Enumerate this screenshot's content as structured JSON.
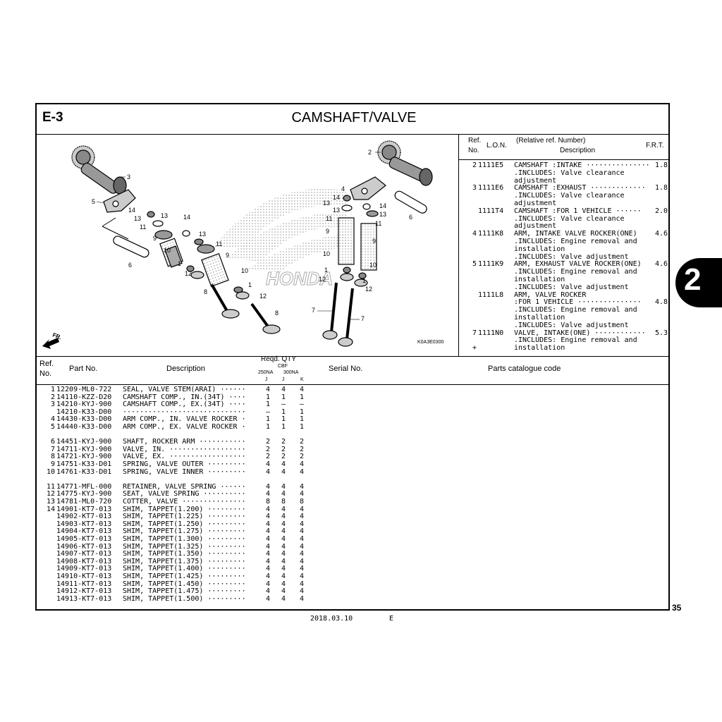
{
  "header": {
    "code": "E-3",
    "title": "CAMSHAFT/VALVE"
  },
  "diagram": {
    "callouts": [
      "1",
      "2",
      "3",
      "4",
      "5",
      "6",
      "7",
      "8",
      "9",
      "10",
      "11",
      "12",
      "13",
      "14"
    ],
    "figure_code": "K0A3E0300",
    "direction_label": "FR.",
    "watermark": "HONDA"
  },
  "lon_table": {
    "headers": {
      "ref": "Ref.",
      "ref_no": "No.",
      "lon": "L.O.N.",
      "rel": "(Relative ref. Number)",
      "desc": "Description",
      "frt": "F.R.T."
    },
    "rows": [
      {
        "ref": "2",
        "lon": "1111E5",
        "desc": "CAMSHAFT :INTAKE ···············",
        "frt": "1.8"
      },
      {
        "ref": "",
        "lon": "",
        "desc": ".INCLUDES: Valve clearance",
        "frt": ""
      },
      {
        "ref": "",
        "lon": "",
        "desc": "adjustment",
        "frt": ""
      },
      {
        "ref": "3",
        "lon": "1111E6",
        "desc": "CAMSHAFT :EXHAUST ·············",
        "frt": "1.8"
      },
      {
        "ref": "",
        "lon": "",
        "desc": ".INCLUDES: Valve clearance",
        "frt": ""
      },
      {
        "ref": "",
        "lon": "",
        "desc": "adjustment",
        "frt": ""
      },
      {
        "ref": "",
        "lon": "1111T4",
        "desc": "CAMSHAFT :FOR 1 VEHICLE ······",
        "frt": "2.0"
      },
      {
        "ref": "",
        "lon": "",
        "desc": ".INCLUDES: Valve clearance",
        "frt": ""
      },
      {
        "ref": "",
        "lon": "",
        "desc": "adjustment",
        "frt": ""
      },
      {
        "ref": "4",
        "lon": "1111K8",
        "desc": "ARM, INTAKE VALVE ROCKER(ONE)",
        "frt": "4.6"
      },
      {
        "ref": "",
        "lon": "",
        "desc": ".INCLUDES: Engine removal and",
        "frt": ""
      },
      {
        "ref": "",
        "lon": "",
        "desc": "installation",
        "frt": ""
      },
      {
        "ref": "",
        "lon": "",
        "desc": ".INCLUDES: Valve adjustment",
        "frt": ""
      },
      {
        "ref": "5",
        "lon": "1111K9",
        "desc": "ARM, EXHAUST VALVE ROCKER(ONE)",
        "frt": "4.6"
      },
      {
        "ref": "",
        "lon": "",
        "desc": ".INCLUDES: Engine removal and",
        "frt": ""
      },
      {
        "ref": "",
        "lon": "",
        "desc": "installation",
        "frt": ""
      },
      {
        "ref": "",
        "lon": "",
        "desc": ".INCLUDES: Valve adjustment",
        "frt": ""
      },
      {
        "ref": "",
        "lon": "1111L8",
        "desc": "ARM, VALVE ROCKER",
        "frt": ""
      },
      {
        "ref": "",
        "lon": "",
        "desc": ":FOR 1 VEHICLE ···············",
        "frt": "4.8"
      },
      {
        "ref": "",
        "lon": "",
        "desc": ".INCLUDES: Engine removal and",
        "frt": ""
      },
      {
        "ref": "",
        "lon": "",
        "desc": "installation",
        "frt": ""
      },
      {
        "ref": "",
        "lon": "",
        "desc": ".INCLUDES: Valve adjustment",
        "frt": ""
      },
      {
        "ref": "7",
        "lon": "1111N0",
        "desc": "VALVE, INTAKE(ONE) ············",
        "frt": "5.3"
      },
      {
        "ref": "",
        "lon": "",
        "desc": ".INCLUDES: Engine removal and",
        "frt": ""
      },
      {
        "ref": "+",
        "lon": "",
        "desc": "installation",
        "frt": ""
      }
    ]
  },
  "parts_table": {
    "headers": {
      "ref": "Ref.",
      "ref_no": "No.",
      "part_no": "Part No.",
      "description": "Description",
      "reqd_qty": "Reqd. QTY",
      "model": "CBF",
      "variant_1": "250NA",
      "variant_2": "300NA",
      "type_1": "J",
      "type_2": "J",
      "type_3": "K",
      "serial_no": "Serial No.",
      "catalogue_code": "Parts catalogue code"
    },
    "groups": [
      [
        {
          "ref": "1",
          "part": "12209-ML0-722",
          "desc": "SEAL, VALVE STEM(ARAI) ······",
          "q": [
            "4",
            "4",
            "4"
          ]
        },
        {
          "ref": "2",
          "part": "14110-KZZ-D20",
          "desc": "CAMSHAFT COMP., IN.(34T) ····",
          "q": [
            "1",
            "1",
            "1"
          ]
        },
        {
          "ref": "3",
          "part": "14210-KYJ-900",
          "desc": "CAMSHAFT COMP., EX.(34T) ····",
          "q": [
            "1",
            "–",
            "–"
          ]
        },
        {
          "ref": "",
          "part": "14210-K33-D00",
          "desc": "·····························",
          "q": [
            "–",
            "1",
            "1"
          ]
        },
        {
          "ref": "4",
          "part": "14430-K33-D00",
          "desc": "ARM COMP., IN. VALVE ROCKER ·",
          "q": [
            "1",
            "1",
            "1"
          ]
        },
        {
          "ref": "5",
          "part": "14440-K33-D00",
          "desc": "ARM COMP., EX. VALVE ROCKER ·",
          "q": [
            "1",
            "1",
            "1"
          ]
        }
      ],
      [
        {
          "ref": "6",
          "part": "14451-KYJ-900",
          "desc": "SHAFT, ROCKER ARM ···········",
          "q": [
            "2",
            "2",
            "2"
          ]
        },
        {
          "ref": "7",
          "part": "14711-KYJ-900",
          "desc": "VALVE, IN. ··················",
          "q": [
            "2",
            "2",
            "2"
          ]
        },
        {
          "ref": "8",
          "part": "14721-KYJ-900",
          "desc": "VALVE, EX. ··················",
          "q": [
            "2",
            "2",
            "2"
          ]
        },
        {
          "ref": "9",
          "part": "14751-K33-D01",
          "desc": "SPRING, VALVE OUTER ·········",
          "q": [
            "4",
            "4",
            "4"
          ]
        },
        {
          "ref": "10",
          "part": "14761-K33-D01",
          "desc": "SPRING, VALVE INNER ·········",
          "q": [
            "4",
            "4",
            "4"
          ]
        }
      ],
      [
        {
          "ref": "11",
          "part": "14771-MFL-000",
          "desc": "RETAINER, VALVE SPRING ······",
          "q": [
            "4",
            "4",
            "4"
          ]
        },
        {
          "ref": "12",
          "part": "14775-KYJ-900",
          "desc": "SEAT, VALVE SPRING ··········",
          "q": [
            "4",
            "4",
            "4"
          ]
        },
        {
          "ref": "13",
          "part": "14781-ML0-720",
          "desc": "COTTER, VALVE ···············",
          "q": [
            "8",
            "8",
            "8"
          ]
        },
        {
          "ref": "14",
          "part": "14901-KT7-013",
          "desc": "SHIM, TAPPET(1.200) ·········",
          "q": [
            "4",
            "4",
            "4"
          ]
        },
        {
          "ref": "",
          "part": "14902-KT7-013",
          "desc": "SHIM, TAPPET(1.225) ·········",
          "q": [
            "4",
            "4",
            "4"
          ]
        },
        {
          "ref": "",
          "part": "14903-KT7-013",
          "desc": "SHIM, TAPPET(1.250) ·········",
          "q": [
            "4",
            "4",
            "4"
          ]
        },
        {
          "ref": "",
          "part": "14904-KT7-013",
          "desc": "SHIM, TAPPET(1.275) ·········",
          "q": [
            "4",
            "4",
            "4"
          ]
        },
        {
          "ref": "",
          "part": "14905-KT7-013",
          "desc": "SHIM, TAPPET(1.300) ·········",
          "q": [
            "4",
            "4",
            "4"
          ]
        },
        {
          "ref": "",
          "part": "14906-KT7-013",
          "desc": "SHIM, TAPPET(1.325) ·········",
          "q": [
            "4",
            "4",
            "4"
          ]
        },
        {
          "ref": "",
          "part": "14907-KT7-013",
          "desc": "SHIM, TAPPET(1.350) ·········",
          "q": [
            "4",
            "4",
            "4"
          ]
        },
        {
          "ref": "",
          "part": "14908-KT7-013",
          "desc": "SHIM, TAPPET(1.375) ·········",
          "q": [
            "4",
            "4",
            "4"
          ]
        },
        {
          "ref": "",
          "part": "14909-KT7-013",
          "desc": "SHIM, TAPPET(1.400) ·········",
          "q": [
            "4",
            "4",
            "4"
          ]
        },
        {
          "ref": "",
          "part": "14910-KT7-013",
          "desc": "SHIM, TAPPET(1.425) ·········",
          "q": [
            "4",
            "4",
            "4"
          ]
        },
        {
          "ref": "",
          "part": "14911-KT7-013",
          "desc": "SHIM, TAPPET(1.450) ·········",
          "q": [
            "4",
            "4",
            "4"
          ]
        },
        {
          "ref": "",
          "part": "14912-KT7-013",
          "desc": "SHIM, TAPPET(1.475) ·········",
          "q": [
            "4",
            "4",
            "4"
          ]
        },
        {
          "ref": "",
          "part": "14913-KT7-013",
          "desc": "SHIM, TAPPET(1.500) ·········",
          "q": [
            "4",
            "4",
            "4"
          ]
        }
      ]
    ]
  },
  "side_tab": {
    "label": "2"
  },
  "footer": {
    "page_number": "35",
    "date": "2018.03.10",
    "edition": "E"
  }
}
